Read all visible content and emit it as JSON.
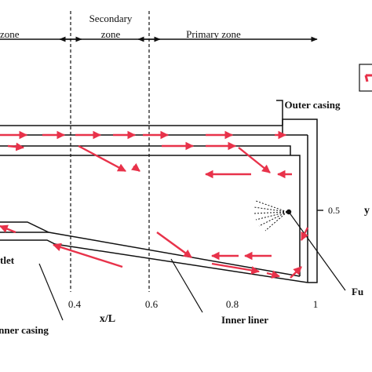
{
  "zones": {
    "dilution": "zone",
    "secondary_line1": "Secondary",
    "secondary_line2": "zone",
    "primary": "Primary zone"
  },
  "components": {
    "outer_casing": "Outer casing",
    "inner_liner": "Inner liner",
    "inner_casing": "nner casing",
    "outlet": "tlet",
    "fuel": "Fu"
  },
  "axis": {
    "x_label": "x/L",
    "x_ticks": [
      "0.4",
      "0.6",
      "0.8",
      "1"
    ],
    "y_label": "y",
    "y_tick": "0.5"
  },
  "legend": {
    "arrow_color": "#e8324a"
  },
  "colors": {
    "line": "#111111",
    "flow_arrow": "#e8324a"
  }
}
